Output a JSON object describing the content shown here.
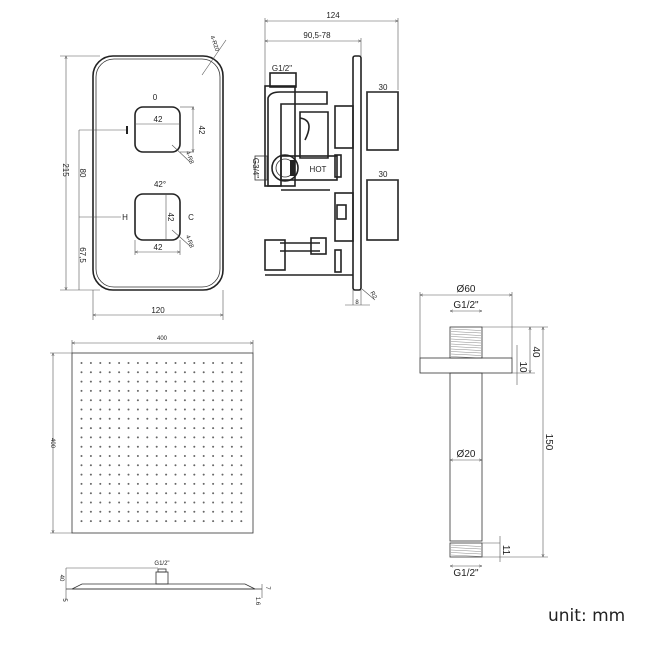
{
  "front_view": {
    "corner_radius": "4-R20",
    "top_knob_label": "0",
    "top_knob_width": "42",
    "top_knob_height": "42",
    "top_knob_radius": "4-R8",
    "bottom_knob_label": "42°",
    "bottom_knob_height": "42",
    "bottom_knob_width": "42",
    "bottom_knob_radius": "4-R8",
    "hot_mark": "H",
    "cold_mark": "C",
    "total_height": "215",
    "knob_spacing": "80",
    "bottom_offset": "67,5",
    "width": "120"
  },
  "side_view": {
    "total_depth": "124",
    "body_depth": "90,5-78",
    "outlet_thread": "G1/2\"",
    "inlet_thread": "G3/4\"",
    "hot_label": "HOT",
    "knob_depth_top": "30",
    "knob_depth_bottom": "30",
    "plate_thickness": "8",
    "plate_radius": "R2"
  },
  "shower_head": {
    "width": "400",
    "height": "400",
    "thread": "G1/2\"",
    "hub_height": "40",
    "edge_thickness": "5",
    "right_thickness": "7",
    "edge_lip": "1.6"
  },
  "shower_arm": {
    "flange_diameter": "Ø60",
    "top_thread": "G1/2\"",
    "top_thread_length": "40",
    "flange_thickness": "10",
    "total_length": "150",
    "tube_diameter": "Ø20",
    "bottom_thread_length": "11",
    "bottom_thread": "G1/2\""
  },
  "unit_label": "unit: mm"
}
